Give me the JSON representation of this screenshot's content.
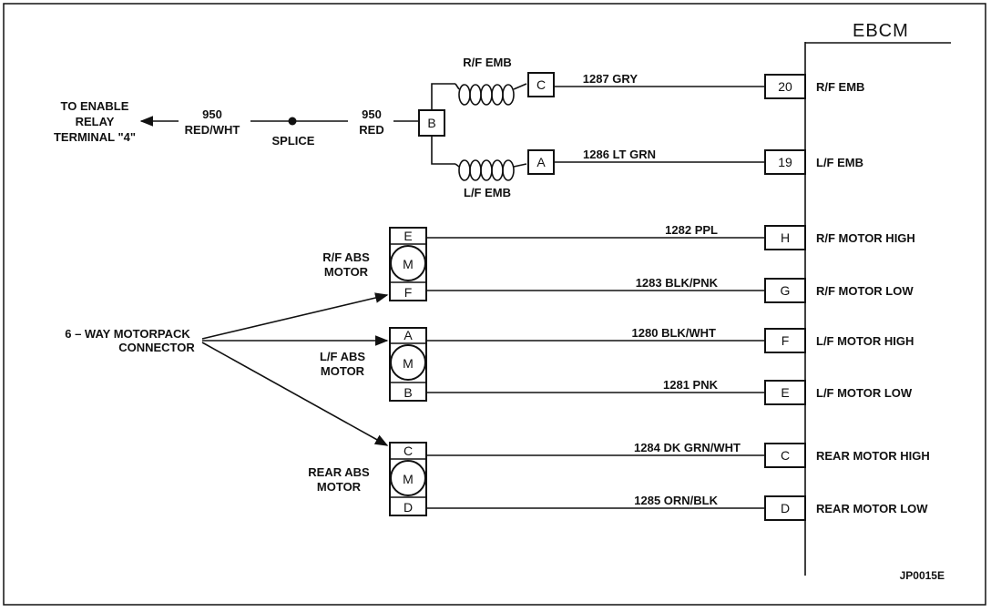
{
  "ebcm": {
    "title": "EBCM"
  },
  "figure_id": "JP0015E",
  "relay": {
    "line1": "TO ENABLE",
    "line2": "RELAY",
    "line3": "TERMINAL \"4\""
  },
  "wire_950_left": {
    "num": "950",
    "color": "RED/WHT"
  },
  "splice_label": "SPLICE",
  "wire_950_right": {
    "num": "950",
    "color": "RED"
  },
  "connector_b": "B",
  "rf_emb_coil_label": "R/F EMB",
  "lf_emb_coil_label": "L/F EMB",
  "connector_c": "C",
  "connector_a": "A",
  "circuits": [
    {
      "wire": "1287 GRY",
      "pin": "20",
      "function": "R/F EMB"
    },
    {
      "wire": "1286 LT GRN",
      "pin": "19",
      "function": "L/F EMB"
    },
    {
      "wire": "1282 PPL",
      "pin": "H",
      "function": "R/F MOTOR HIGH"
    },
    {
      "wire": "1283 BLK/PNK",
      "pin": "G",
      "function": "R/F MOTOR LOW"
    },
    {
      "wire": "1280 BLK/WHT",
      "pin": "F",
      "function": "L/F MOTOR HIGH"
    },
    {
      "wire": "1281 PNK",
      "pin": "E",
      "function": "L/F MOTOR LOW"
    },
    {
      "wire": "1284 DK GRN/WHT",
      "pin": "C",
      "function": "REAR MOTOR HIGH"
    },
    {
      "wire": "1285 ORN/BLK",
      "pin": "D",
      "function": "REAR MOTOR LOW"
    }
  ],
  "motors": [
    {
      "line1": "R/F ABS",
      "line2": "MOTOR",
      "top_pin": "E",
      "bottom_pin": "F",
      "symbol": "M"
    },
    {
      "line1": "L/F ABS",
      "line2": "MOTOR",
      "top_pin": "A",
      "bottom_pin": "B",
      "symbol": "M"
    },
    {
      "line1": "REAR ABS",
      "line2": "MOTOR",
      "top_pin": "C",
      "bottom_pin": "D",
      "symbol": "M"
    }
  ],
  "motorpack": {
    "line1": "6 – WAY MOTORPACK",
    "line2": "CONNECTOR"
  }
}
